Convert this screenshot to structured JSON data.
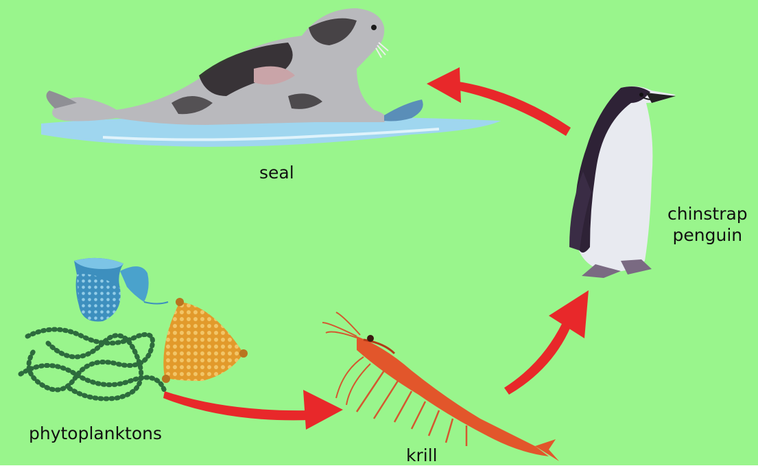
{
  "diagram": {
    "labels": {
      "seal": "seal",
      "penguin_line1": "chinstrap",
      "penguin_line2": "penguin",
      "phytoplankton": "phytoplanktons",
      "krill": "krill"
    },
    "nodes": [
      "phytoplanktons",
      "krill",
      "chinstrap penguin",
      "seal"
    ],
    "edges": [
      {
        "from": "phytoplanktons",
        "to": "krill"
      },
      {
        "from": "krill",
        "to": "chinstrap penguin"
      },
      {
        "from": "chinstrap penguin",
        "to": "seal"
      }
    ],
    "colors": {
      "background": "#99f58c",
      "arrow": "#e8282a",
      "ice": "#9fd6ef",
      "seal_body": "#b9b9bd",
      "krill": "#e2562b",
      "plankton_orange": "#e29a2b",
      "plankton_blue": "#3d8fbe",
      "plankton_chain": "#2d6b3d"
    }
  }
}
